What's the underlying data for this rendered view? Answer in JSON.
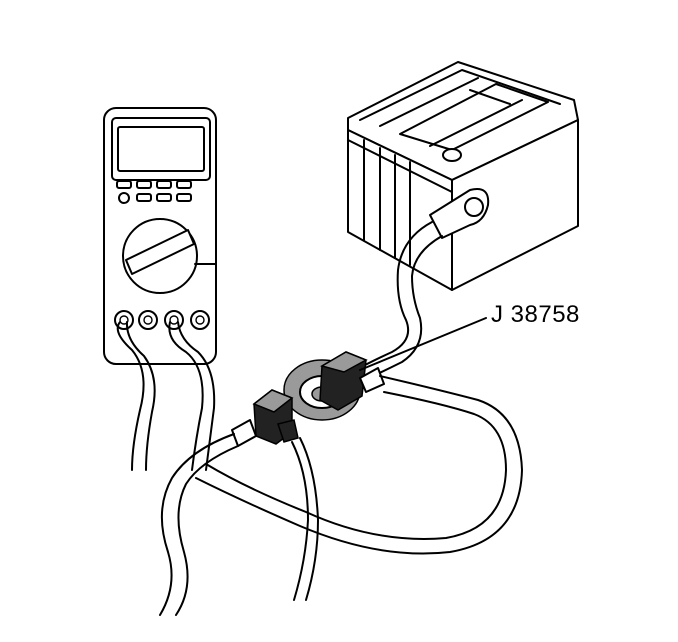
{
  "callout": {
    "tool_number": "J 38758"
  },
  "components": {
    "multimeter": "multimeter",
    "battery": "battery",
    "tester": "parasitic-draw-test-switch"
  },
  "icons": [
    "multimeter-icon",
    "battery-icon",
    "switch-icon",
    "cable-icon"
  ]
}
